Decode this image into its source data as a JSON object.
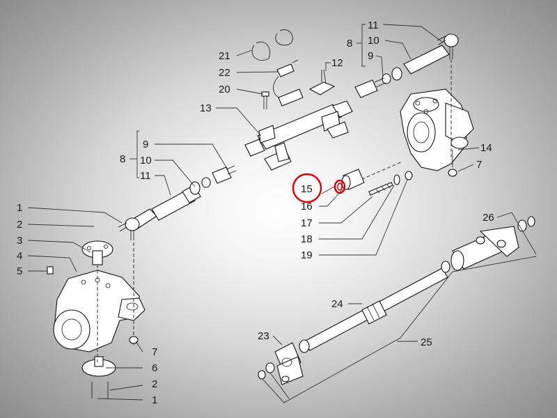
{
  "labels": {
    "l1a": "1",
    "l2a": "2",
    "l3": "3",
    "l4": "4",
    "l5": "5",
    "l6": "6",
    "l2b": "2",
    "l1b": "1",
    "l7a": "7",
    "l8a": "8",
    "l9a": "9",
    "l10a": "10",
    "l11a": "11",
    "l13": "13",
    "l20": "20",
    "l22": "22",
    "l21": "21",
    "l12": "12",
    "l8b": "8",
    "l11b": "11",
    "l10b": "10",
    "l9b": "9",
    "l14": "14",
    "l7b": "7",
    "l15": "15",
    "l16": "16",
    "l17": "17",
    "l18": "18",
    "l19": "19",
    "l26": "26",
    "l24": "24",
    "l23": "23",
    "l25": "25"
  },
  "highlight": {
    "part": "15",
    "color": "#e00000"
  }
}
